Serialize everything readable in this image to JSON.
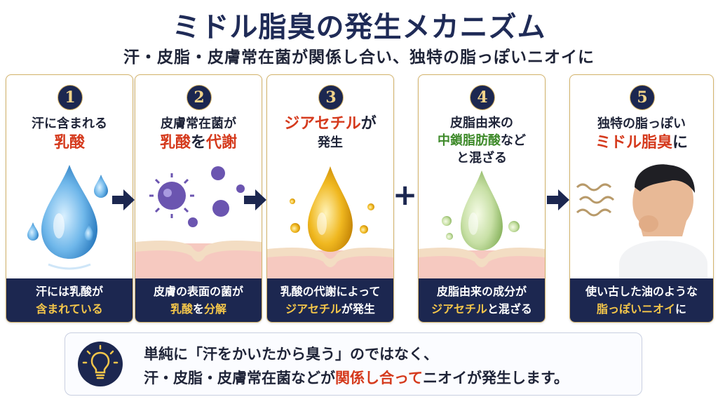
{
  "title": "ミドル脂臭の発生メカニズム",
  "subtitle": "汗・皮脂・皮膚常在菌が関係し合い、独特の脂っぽいニオイに",
  "steps": [
    {
      "num": "1",
      "line1": "汗に含まれる",
      "line2": "乳酸",
      "foot1": "汗には乳酸が",
      "foot2": "含まれている"
    },
    {
      "num": "2",
      "line1": "皮膚常在菌が",
      "line2a": "乳酸",
      "line2b": "を",
      "line2c": "代謝",
      "foot1": "皮膚の表面の菌が",
      "foot2a": "乳酸",
      "foot2b": "を",
      "foot2c": "分解"
    },
    {
      "num": "3",
      "line1a": "ジアセチル",
      "line1b": "が",
      "line2": "発生",
      "foot1": "乳酸の代謝によって",
      "foot2a": "ジアセチル",
      "foot2b": "が発生"
    },
    {
      "num": "4",
      "line1": "皮脂由来の",
      "line2a": "中鎖脂肪酸",
      "line2b": "など",
      "line3": "と混ざる",
      "foot1": "皮脂由来の成分が",
      "foot2a": "ジアセチル",
      "foot2b": "と混ざる"
    },
    {
      "num": "5",
      "line1": "独特の脂っぽい",
      "line2a": "ミドル脂臭",
      "line2b": "に",
      "foot1": "使い古した油のような",
      "foot2a": "脂っぽいニオイ",
      "foot2b": "に"
    }
  ],
  "note": {
    "line1": "単純に「汗をかいたから臭う」のではなく、",
    "line2a": "汗・皮脂・皮膚常在菌などが",
    "line2b": "関係し合って",
    "line2c": "ニオイが発生します。"
  },
  "colors": {
    "navy": "#1c2750",
    "accent": "#d53a1d",
    "gold": "#f4c64a",
    "green": "#3e8a2a"
  },
  "icons": [
    "arrow-right-icon",
    "plus-icon",
    "lightbulb-icon",
    "water-drop-icon",
    "bacteria-icon",
    "oil-drop-icon",
    "smell-wave-icon"
  ]
}
